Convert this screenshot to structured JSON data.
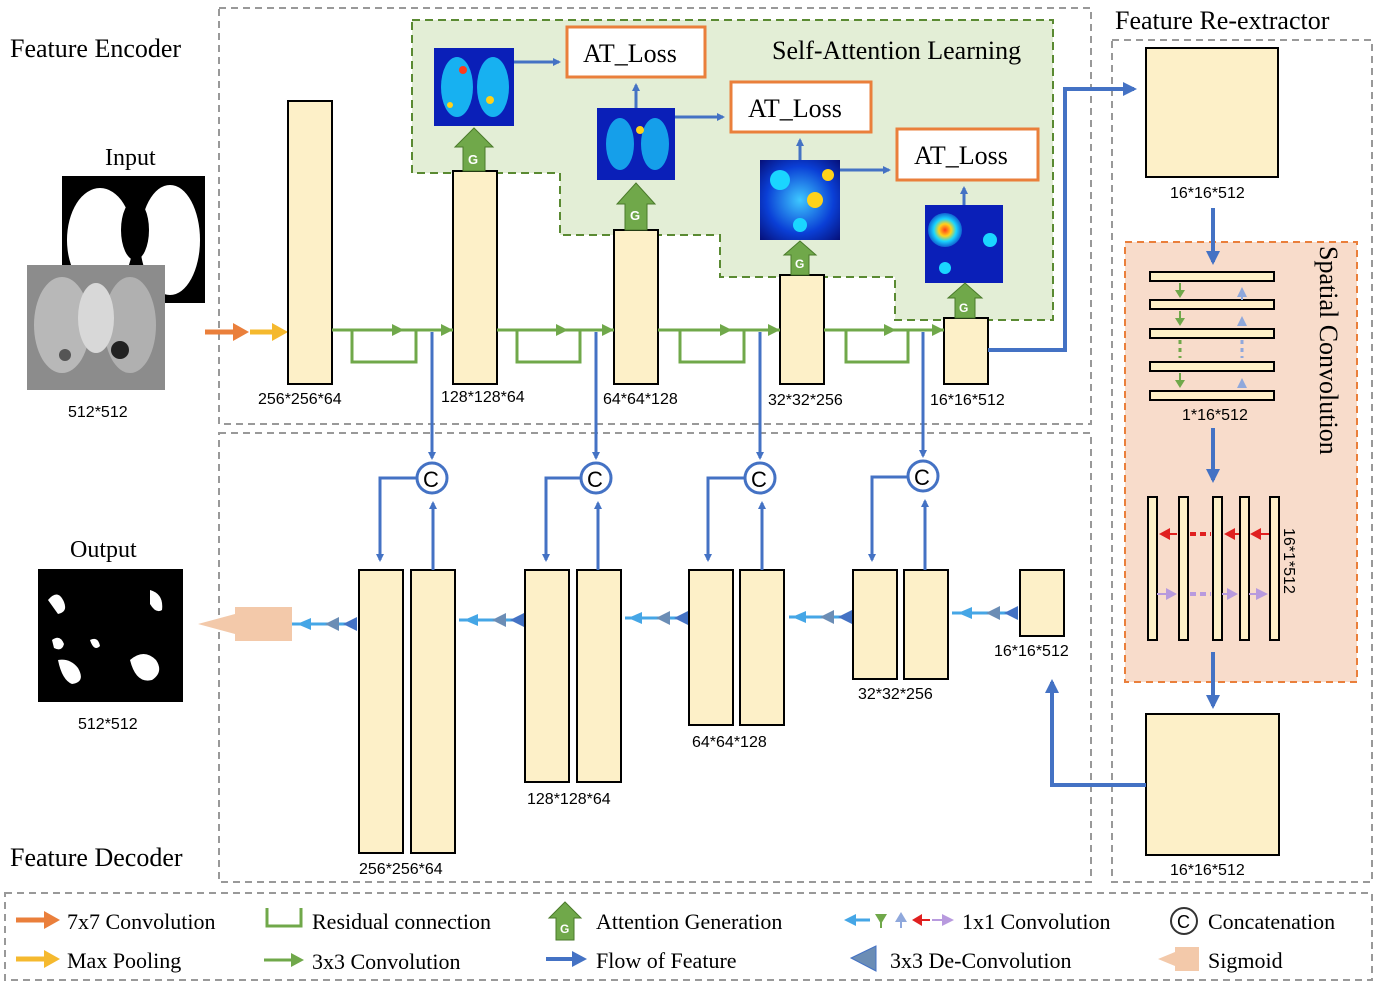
{
  "sections": {
    "encoder": "Feature Encoder",
    "decoder": "Feature Decoder",
    "reextractor": "Feature Re-extractor",
    "attention": "Self-Attention Learning",
    "spatial": "Spatial Convolution"
  },
  "input": {
    "title": "Input",
    "size": "512*512"
  },
  "output": {
    "title": "Output",
    "size": "512*512"
  },
  "at_loss": [
    "AT_Loss",
    "AT_Loss",
    "AT_Loss"
  ],
  "encoder_dims": [
    "256*256*64",
    "128*128*64",
    "64*64*128",
    "32*32*256",
    "16*16*512"
  ],
  "decoder_dims": [
    "256*256*64",
    "128*128*64",
    "64*64*128",
    "32*32*256",
    "16*16*512"
  ],
  "reextractor_dims": {
    "top": "16*16*512",
    "row": "1*16*512",
    "col": "16*1*512",
    "bottom": "16*16*512"
  },
  "gate": "G",
  "concat": "C",
  "legend": [
    {
      "label": "7x7 Convolution",
      "icon": "orange-arrow"
    },
    {
      "label": "Residual connection",
      "icon": "green-bracket"
    },
    {
      "label": "Attention Generation",
      "icon": "green-up-arrow-g"
    },
    {
      "label": "1x1 Convolution",
      "icon": "multicolor-arrows"
    },
    {
      "label": "Concatenation",
      "icon": "circle-c"
    },
    {
      "label": "Max Pooling",
      "icon": "yellow-arrow"
    },
    {
      "label": "3x3 Convolution",
      "icon": "green-arrow"
    },
    {
      "label": "Flow of Feature",
      "icon": "blue-arrow"
    },
    {
      "label": "3x3 De-Convolution",
      "icon": "blue-triangle"
    },
    {
      "label": "Sigmoid",
      "icon": "pink-block-arrow"
    }
  ],
  "colors": {
    "block": "#fdf0c8",
    "green": "#70a84a",
    "blue": "#4472c4",
    "lightblue": "#45a6e6",
    "orange": "#ea7f3b",
    "yellow": "#f5b92e",
    "attention_bg": "#e3eed6",
    "spatial_bg": "#f8dccb"
  }
}
